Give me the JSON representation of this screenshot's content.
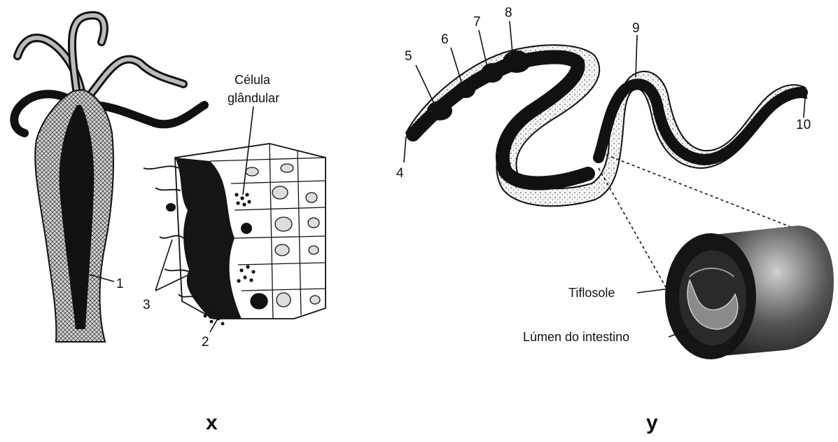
{
  "figure_x": {
    "panel_label": "x",
    "labels": {
      "one": "1",
      "two": "2",
      "three": "3",
      "glandular_line1": "Célula",
      "glandular_line2": "glândular"
    }
  },
  "figure_y": {
    "panel_label": "y",
    "labels": {
      "four": "4",
      "five": "5",
      "six": "6",
      "seven": "7",
      "eight": "8",
      "nine": "9",
      "ten": "10",
      "typhlosole": "Tiflosole",
      "lumen": "Lúmen do intestino"
    }
  },
  "colors": {
    "ink": "#111111",
    "stipple": "#e9e9e9",
    "tissue": "#cfcfcf"
  }
}
